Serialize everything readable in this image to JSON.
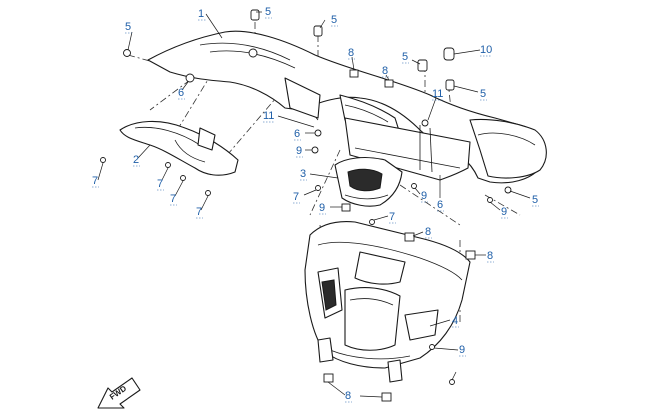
{
  "diagram": {
    "callouts": [
      {
        "id": "c1",
        "text": "1"
      },
      {
        "id": "c2",
        "text": "2"
      },
      {
        "id": "c3",
        "text": "3"
      },
      {
        "id": "c4",
        "text": "4"
      },
      {
        "id": "c5a",
        "text": "5"
      },
      {
        "id": "c5b",
        "text": "5"
      },
      {
        "id": "c5c",
        "text": "5"
      },
      {
        "id": "c5d",
        "text": "5"
      },
      {
        "id": "c5e",
        "text": "5"
      },
      {
        "id": "c5f",
        "text": "5"
      },
      {
        "id": "c6a",
        "text": "6"
      },
      {
        "id": "c6b",
        "text": "6"
      },
      {
        "id": "c6c",
        "text": "6"
      },
      {
        "id": "c7a",
        "text": "7"
      },
      {
        "id": "c7b",
        "text": "7"
      },
      {
        "id": "c7c",
        "text": "7"
      },
      {
        "id": "c7d",
        "text": "7"
      },
      {
        "id": "c7e",
        "text": "7"
      },
      {
        "id": "c7f",
        "text": "7"
      },
      {
        "id": "c8a",
        "text": "8"
      },
      {
        "id": "c8b",
        "text": "8"
      },
      {
        "id": "c8c",
        "text": "8"
      },
      {
        "id": "c8d",
        "text": "8"
      },
      {
        "id": "c8e",
        "text": "8"
      },
      {
        "id": "c9a",
        "text": "9"
      },
      {
        "id": "c9b",
        "text": "9"
      },
      {
        "id": "c9c",
        "text": "9"
      },
      {
        "id": "c9d",
        "text": "9"
      },
      {
        "id": "c9e",
        "text": "9"
      },
      {
        "id": "c10",
        "text": "10"
      },
      {
        "id": "c11a",
        "text": "11"
      },
      {
        "id": "c11b",
        "text": "11"
      }
    ],
    "fwd_label": "FWD"
  }
}
